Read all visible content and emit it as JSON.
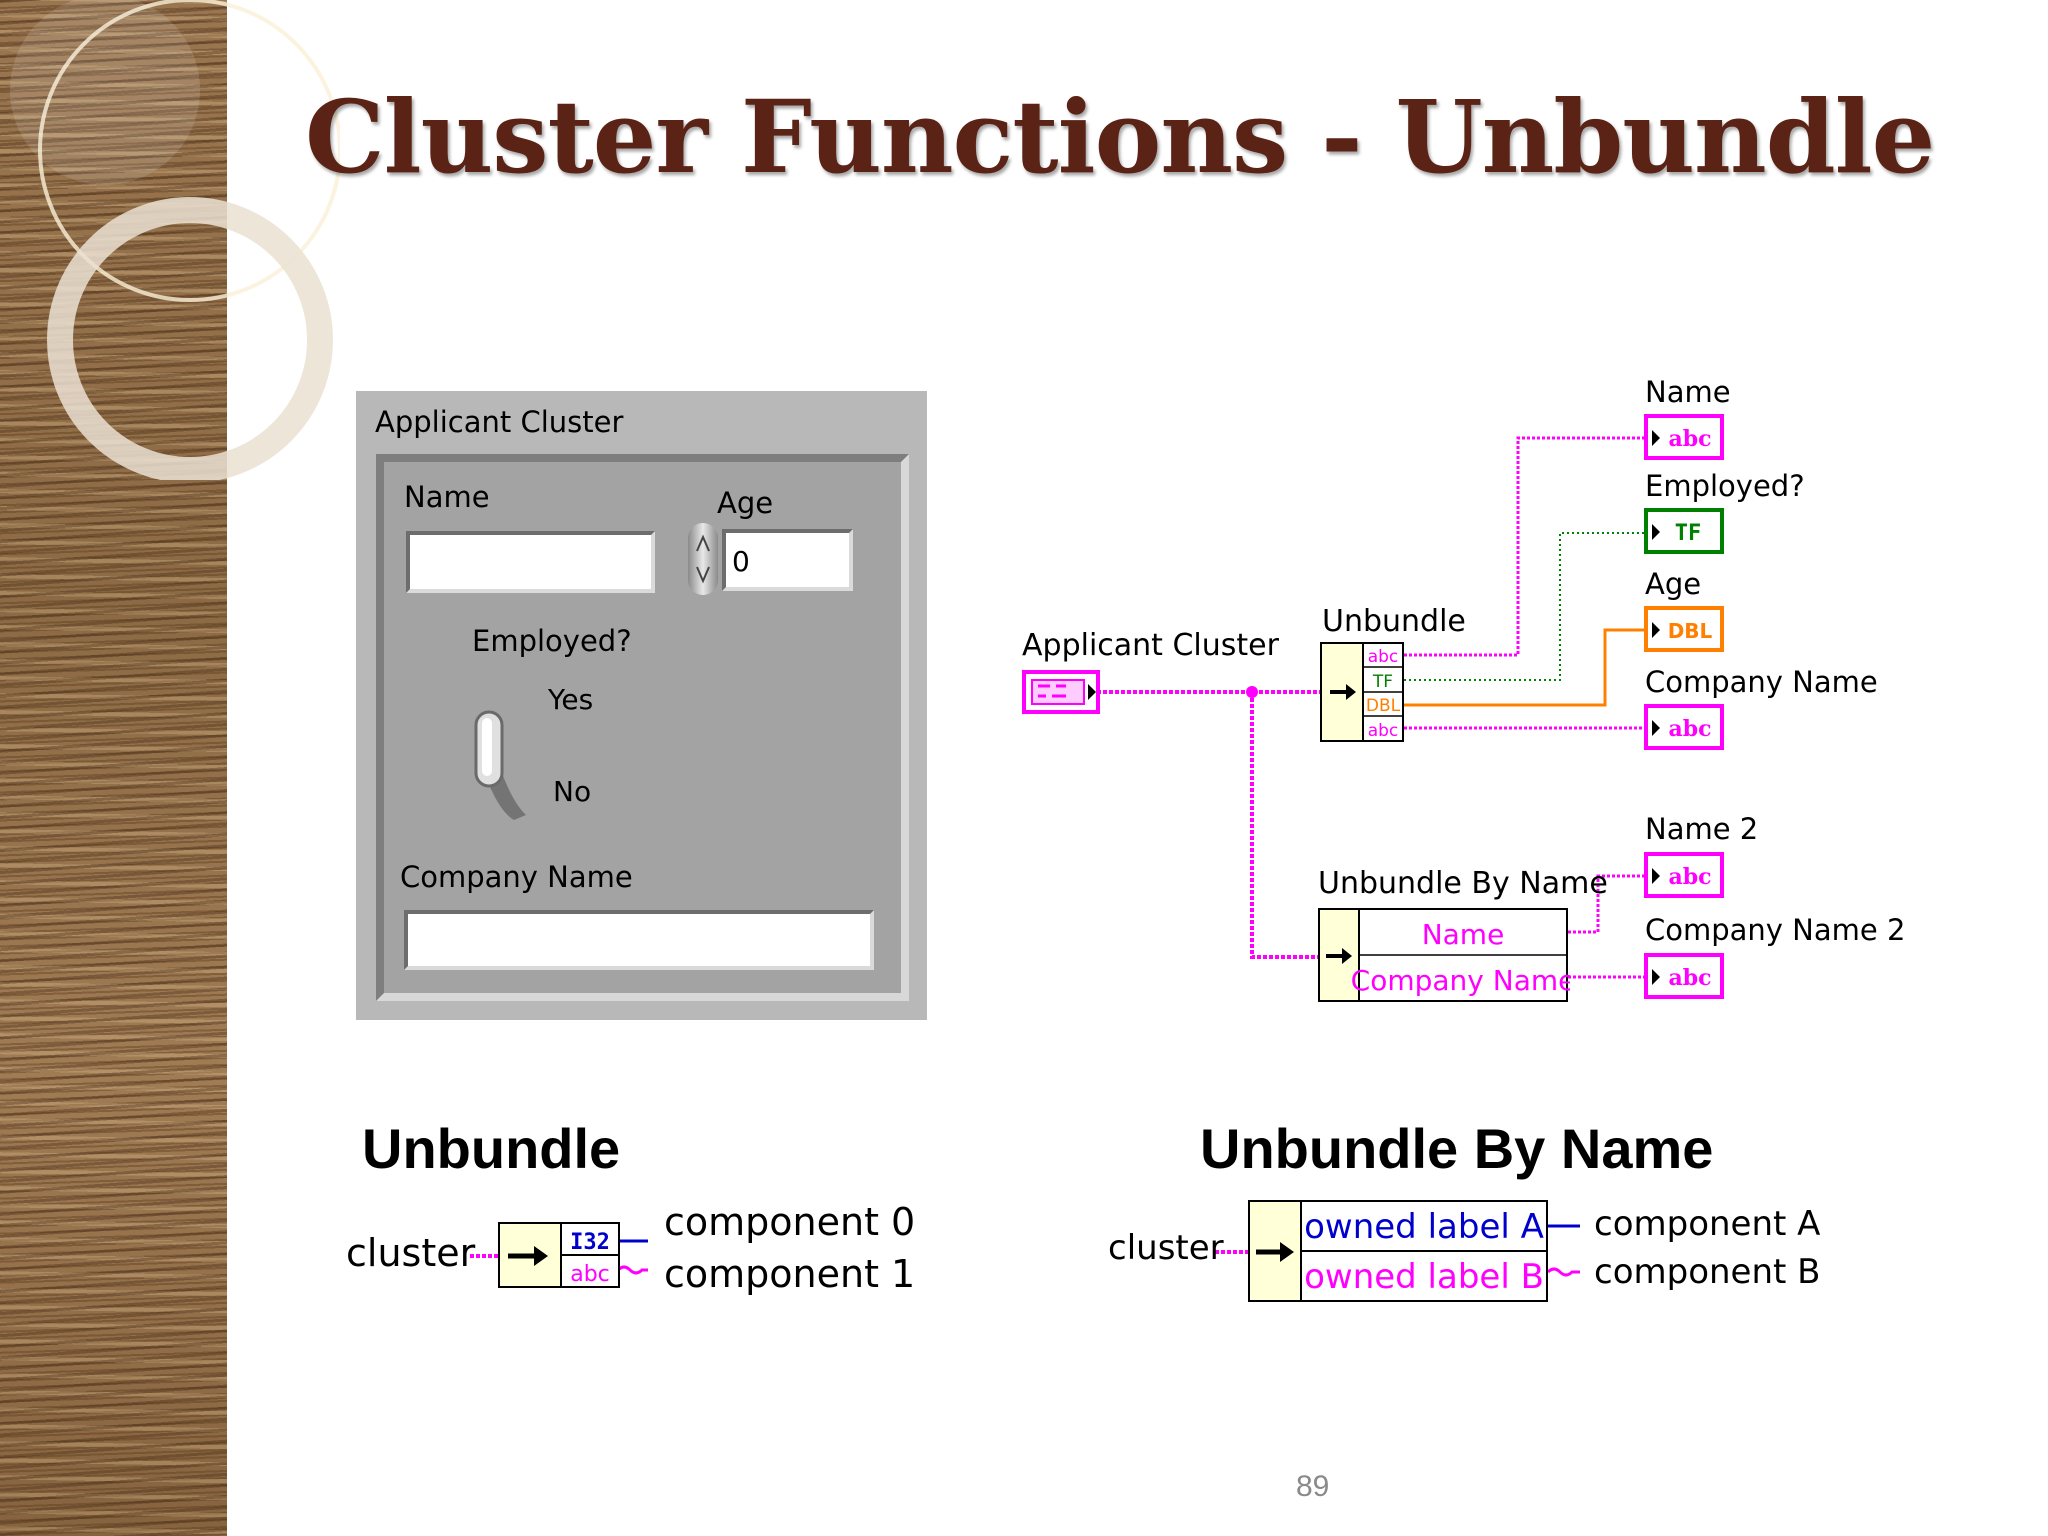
{
  "slide": {
    "title": "Cluster Functions - Unbundle",
    "page_number": "89"
  },
  "front_panel": {
    "cluster_label": "Applicant Cluster",
    "name_label": "Name",
    "age_label": "Age",
    "age_value": "0",
    "employed_label": "Employed?",
    "switch_yes": "Yes",
    "switch_no": "No",
    "company_label": "Company Name"
  },
  "block_diagram": {
    "source_label": "Applicant Cluster",
    "unbundle_label": "Unbundle",
    "unbundle_terms": [
      "abc",
      "TF",
      "DBL",
      "abc"
    ],
    "unbundle_by_name_label": "Unbundle By Name",
    "ubn_items": [
      "Name",
      "Company Name"
    ],
    "indicators": [
      {
        "label": "Name",
        "type": "abc"
      },
      {
        "label": "Employed?",
        "type": "TF"
      },
      {
        "label": "Age",
        "type": "DBL"
      },
      {
        "label": "Company Name",
        "type": "abc"
      },
      {
        "label": "Name 2",
        "type": "abc"
      },
      {
        "label": "Company Name 2",
        "type": "abc"
      }
    ]
  },
  "legend_unbundle": {
    "heading": "Unbundle",
    "input_label": "cluster",
    "terms": [
      "I32",
      "abc"
    ],
    "outputs": [
      "component 0",
      "component 1"
    ]
  },
  "legend_unbundle_by_name": {
    "heading": "Unbundle By Name",
    "input_label": "cluster",
    "items": [
      "owned label A",
      "owned label B"
    ],
    "outputs": [
      "component A",
      "component B"
    ]
  },
  "colors": {
    "title": "#5a2316",
    "string_wire": "#ff00ff",
    "boolean_wire": "#008000",
    "numeric_wire": "#ff8000",
    "integer_wire": "#0000cc"
  }
}
